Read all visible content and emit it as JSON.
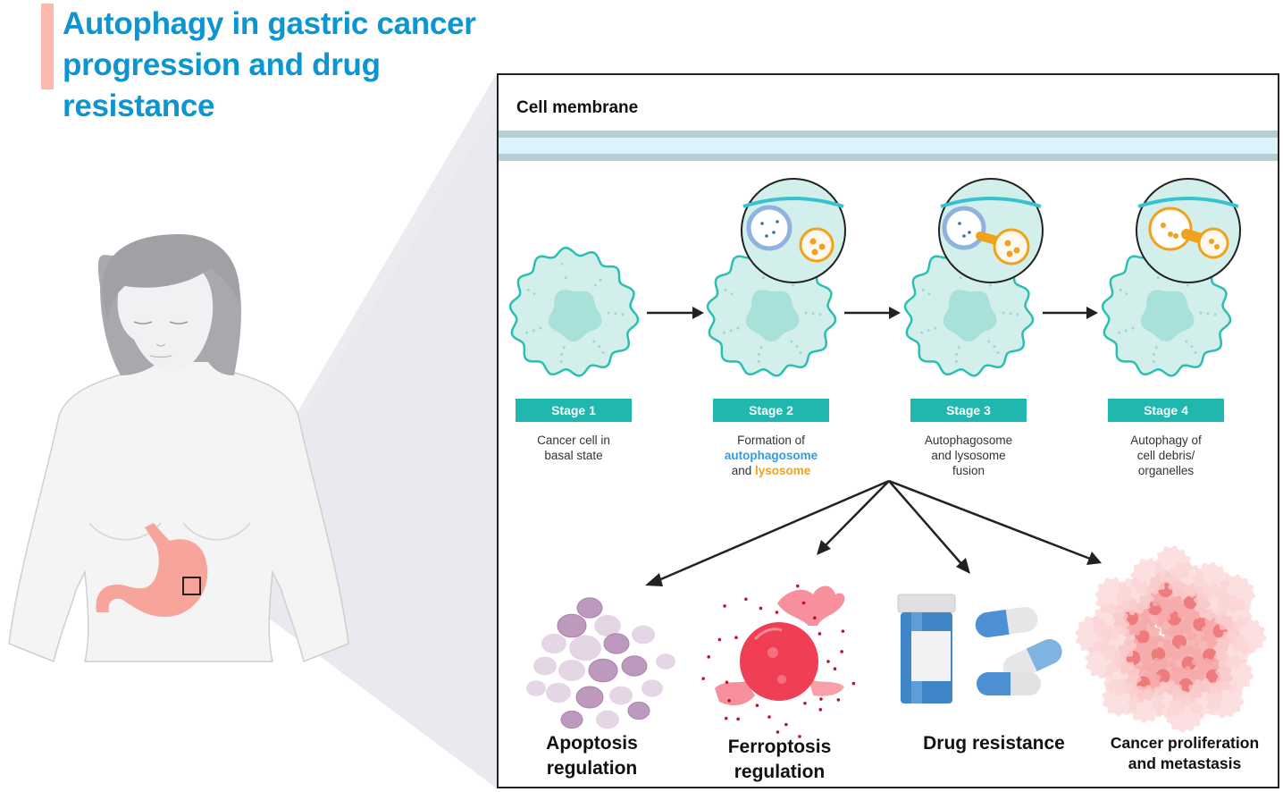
{
  "title": {
    "line1": "Autophagy in gastric cancer",
    "line2": "progression and drug",
    "line3": "resistance",
    "color": "#0d95d2",
    "accent_bar_color": "#f9b9ad"
  },
  "panel": {
    "membrane_label": "Cell membrane"
  },
  "stages": [
    {
      "badge": "Stage 1",
      "desc_lines": [
        "Cancer cell in",
        "basal state"
      ]
    },
    {
      "badge": "Stage 2",
      "desc_line1": "Formation of",
      "desc_auto": "autophagosome",
      "desc_and": "and ",
      "desc_lyso": "lysosome"
    },
    {
      "badge": "Stage 3",
      "desc_lines": [
        "Autophagosome",
        "and lysosome",
        "fusion"
      ]
    },
    {
      "badge": "Stage 4",
      "desc_lines": [
        "Autophagy of",
        "cell debris/",
        "organelles"
      ]
    }
  ],
  "outcomes": [
    {
      "lines": [
        "Apoptosis",
        "regulation"
      ]
    },
    {
      "lines": [
        "Ferroptosis",
        "regulation"
      ]
    },
    {
      "lines": [
        "Drug resistance"
      ]
    },
    {
      "lines": [
        "Cancer proliferation",
        "and metastasis"
      ]
    }
  ],
  "colors": {
    "stage_badge": "#1fb7ae",
    "cell_fill": "#d3efec",
    "cell_outline": "#2bbfb4",
    "autophagosome": "#2f9ee0",
    "lysosome": "#f0a21e",
    "stomach": "#f7a49a"
  }
}
